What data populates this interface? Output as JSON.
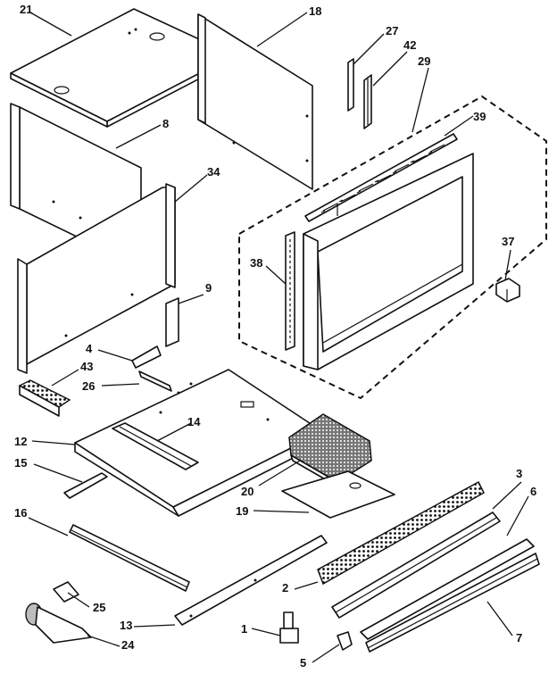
{
  "callouts": [
    {
      "id": "p21",
      "label": "21"
    },
    {
      "id": "p18",
      "label": "18"
    },
    {
      "id": "p27",
      "label": "27"
    },
    {
      "id": "p42",
      "label": "42"
    },
    {
      "id": "p29",
      "label": "29"
    },
    {
      "id": "p8",
      "label": "8"
    },
    {
      "id": "p39",
      "label": "39"
    },
    {
      "id": "p34",
      "label": "34"
    },
    {
      "id": "p37",
      "label": "37"
    },
    {
      "id": "p38",
      "label": "38"
    },
    {
      "id": "p9",
      "label": "9"
    },
    {
      "id": "p4",
      "label": "4"
    },
    {
      "id": "p43",
      "label": "43"
    },
    {
      "id": "p26",
      "label": "26"
    },
    {
      "id": "p14",
      "label": "14"
    },
    {
      "id": "p12",
      "label": "12"
    },
    {
      "id": "p15",
      "label": "15"
    },
    {
      "id": "p20",
      "label": "20"
    },
    {
      "id": "p19",
      "label": "19"
    },
    {
      "id": "p3",
      "label": "3"
    },
    {
      "id": "p6",
      "label": "6"
    },
    {
      "id": "p16",
      "label": "16"
    },
    {
      "id": "p2",
      "label": "2"
    },
    {
      "id": "p25",
      "label": "25"
    },
    {
      "id": "p13",
      "label": "13"
    },
    {
      "id": "p1",
      "label": "1"
    },
    {
      "id": "p7",
      "label": "7"
    },
    {
      "id": "p24",
      "label": "24"
    },
    {
      "id": "p5",
      "label": "5"
    }
  ]
}
